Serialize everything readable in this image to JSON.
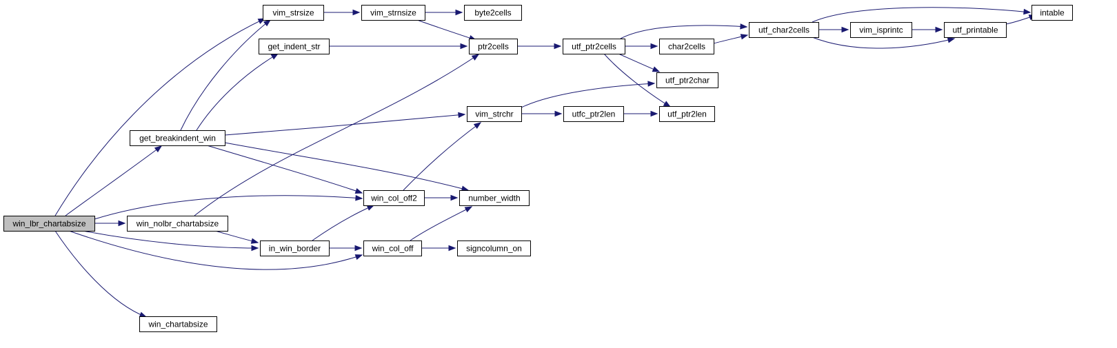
{
  "graph": {
    "colors": {
      "edge": "#191970",
      "node_fill": "#ffffff",
      "root_fill": "#bfbfbf",
      "node_border": "#000000"
    },
    "root": "win_lbr_chartabsize",
    "nodes": [
      {
        "id": "win_lbr_chartabsize",
        "label": "win_lbr_chartabsize"
      },
      {
        "id": "vim_strsize",
        "label": "vim_strsize"
      },
      {
        "id": "get_indent_str",
        "label": "get_indent_str"
      },
      {
        "id": "get_breakindent_win",
        "label": "get_breakindent_win"
      },
      {
        "id": "win_nolbr_chartabsize",
        "label": "win_nolbr_chartabsize"
      },
      {
        "id": "in_win_border",
        "label": "in_win_border"
      },
      {
        "id": "win_chartabsize",
        "label": "win_chartabsize"
      },
      {
        "id": "vim_strnsize",
        "label": "vim_strnsize"
      },
      {
        "id": "win_col_off2",
        "label": "win_col_off2"
      },
      {
        "id": "win_col_off",
        "label": "win_col_off"
      },
      {
        "id": "byte2cells",
        "label": "byte2cells"
      },
      {
        "id": "ptr2cells",
        "label": "ptr2cells"
      },
      {
        "id": "vim_strchr",
        "label": "vim_strchr"
      },
      {
        "id": "number_width",
        "label": "number_width"
      },
      {
        "id": "signcolumn_on",
        "label": "signcolumn_on"
      },
      {
        "id": "utf_ptr2cells",
        "label": "utf_ptr2cells"
      },
      {
        "id": "utfc_ptr2len",
        "label": "utfc_ptr2len"
      },
      {
        "id": "char2cells",
        "label": "char2cells"
      },
      {
        "id": "utf_ptr2char",
        "label": "utf_ptr2char"
      },
      {
        "id": "utf_ptr2len",
        "label": "utf_ptr2len"
      },
      {
        "id": "utf_char2cells",
        "label": "utf_char2cells"
      },
      {
        "id": "vim_isprintc",
        "label": "vim_isprintc"
      },
      {
        "id": "utf_printable",
        "label": "utf_printable"
      },
      {
        "id": "intable",
        "label": "intable"
      }
    ],
    "edges": [
      {
        "from": "win_lbr_chartabsize",
        "to": "vim_strsize"
      },
      {
        "from": "win_lbr_chartabsize",
        "to": "get_breakindent_win"
      },
      {
        "from": "win_lbr_chartabsize",
        "to": "win_col_off2"
      },
      {
        "from": "win_lbr_chartabsize",
        "to": "win_nolbr_chartabsize"
      },
      {
        "from": "win_lbr_chartabsize",
        "to": "in_win_border"
      },
      {
        "from": "win_lbr_chartabsize",
        "to": "win_col_off"
      },
      {
        "from": "win_lbr_chartabsize",
        "to": "win_chartabsize"
      },
      {
        "from": "get_breakindent_win",
        "to": "vim_strsize"
      },
      {
        "from": "get_breakindent_win",
        "to": "get_indent_str"
      },
      {
        "from": "get_breakindent_win",
        "to": "vim_strchr"
      },
      {
        "from": "get_breakindent_win",
        "to": "win_col_off2"
      },
      {
        "from": "get_breakindent_win",
        "to": "number_width"
      },
      {
        "from": "win_nolbr_chartabsize",
        "to": "ptr2cells"
      },
      {
        "from": "win_nolbr_chartabsize",
        "to": "in_win_border"
      },
      {
        "from": "in_win_border",
        "to": "win_col_off2"
      },
      {
        "from": "in_win_border",
        "to": "win_col_off"
      },
      {
        "from": "vim_strsize",
        "to": "vim_strnsize"
      },
      {
        "from": "vim_strnsize",
        "to": "byte2cells"
      },
      {
        "from": "vim_strnsize",
        "to": "ptr2cells"
      },
      {
        "from": "get_indent_str",
        "to": "ptr2cells"
      },
      {
        "from": "win_col_off2",
        "to": "vim_strchr"
      },
      {
        "from": "win_col_off2",
        "to": "number_width"
      },
      {
        "from": "win_col_off",
        "to": "number_width"
      },
      {
        "from": "win_col_off",
        "to": "signcolumn_on"
      },
      {
        "from": "vim_strchr",
        "to": "utf_ptr2char"
      },
      {
        "from": "vim_strchr",
        "to": "utfc_ptr2len"
      },
      {
        "from": "ptr2cells",
        "to": "utf_ptr2cells"
      },
      {
        "from": "utf_ptr2cells",
        "to": "utf_char2cells"
      },
      {
        "from": "utf_ptr2cells",
        "to": "char2cells"
      },
      {
        "from": "utf_ptr2cells",
        "to": "utf_ptr2char"
      },
      {
        "from": "utf_ptr2cells",
        "to": "utf_ptr2len"
      },
      {
        "from": "utfc_ptr2len",
        "to": "utf_ptr2len"
      },
      {
        "from": "char2cells",
        "to": "utf_char2cells"
      },
      {
        "from": "utf_char2cells",
        "to": "intable"
      },
      {
        "from": "utf_char2cells",
        "to": "vim_isprintc"
      },
      {
        "from": "utf_char2cells",
        "to": "utf_printable"
      },
      {
        "from": "vim_isprintc",
        "to": "utf_printable"
      },
      {
        "from": "utf_printable",
        "to": "intable"
      }
    ]
  }
}
